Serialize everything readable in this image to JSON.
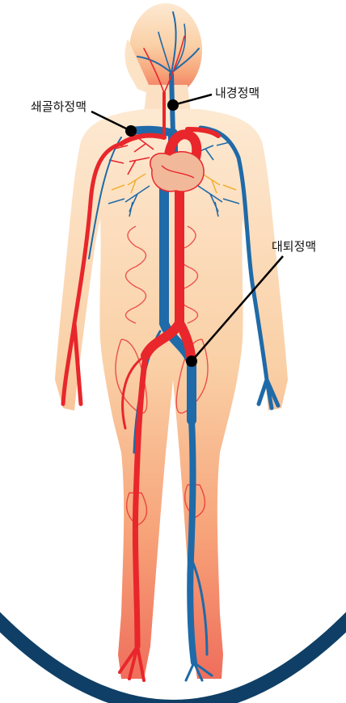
{
  "labels": {
    "subclavian_vein": "쇄골하정맥",
    "internal_jugular_vein": "내경정맥",
    "femoral_vein": "대퇴정맥"
  },
  "colors": {
    "background": "#ffffff",
    "skin_top": "#fbe3c8",
    "skin_bottom": "#f07a64",
    "artery": "#e8262b",
    "vein": "#1f6aa8",
    "nerve": "#f2b134",
    "frame_ring": "#0f3f66",
    "leader_line": "#000000"
  }
}
